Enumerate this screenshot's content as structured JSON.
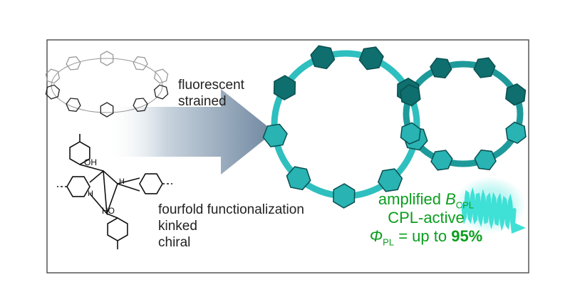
{
  "top_labels": [
    "fluorescent",
    "strained"
  ],
  "bottom_labels": [
    "fourfold functionalization",
    "kinked",
    "chiral"
  ],
  "molecule_labels": {
    "oh_top": "OH",
    "oh_bottom": "HO",
    "h_left": "H",
    "h_right": "H"
  },
  "highlight": {
    "line1_prefix": "amplified ",
    "line1_var": "B",
    "line1_sub": "CPL",
    "line2": "CPL-active",
    "line3_var": "Φ",
    "line3_sub": "PL",
    "line3_mid": " = up to ",
    "line3_value": "95%"
  },
  "colors": {
    "teal": "#34c8c8",
    "teal_dark": "#0d5f5f",
    "green": "#0a9e1e",
    "arrow": "#8fa4b8",
    "frame": "#555555",
    "glow": "#5fe8e0"
  }
}
